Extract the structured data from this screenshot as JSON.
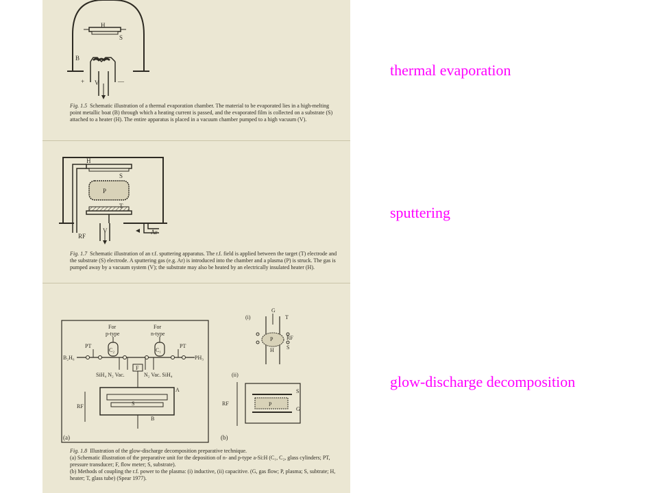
{
  "labels": {
    "thermal": "thermal evaporation",
    "sputtering": "sputtering",
    "glow": "glow-discharge decomposition"
  },
  "fig15": {
    "number": "Fig. 1.5",
    "text": "Schematic illustration of a thermal evaporation chamber. The material to be evaporated lies in a high-melting point metallic boat (B) through which a heating current is passed, and the evaporated film is collected on a substrate (S) attached to a heater (H). The entire apparatus is placed in a vacuum chamber pumped to a high vacuum (V).",
    "marks": {
      "H": "H",
      "S": "S",
      "B": "B",
      "plus": "+",
      "minus": "—",
      "V": "V"
    }
  },
  "fig17": {
    "number": "Fig. 1.7",
    "text": "Schematic illustration of an r.f. sputtering apparatus. The r.f. field is applied between the target (T) electrode and the substrate (S) electrode. A sputtering gas (e.g. Ar) is introduced into the chamber and a plasma (P) is struck. The gas is pumped away by a vacuum system (V); the substrate may also be heated by an electrically insulated heater (H).",
    "marks": {
      "H": "H",
      "S": "S",
      "P": "P",
      "T": "T",
      "RF": "RF",
      "V": "V",
      "Ar": "Ar"
    }
  },
  "fig18": {
    "number": "Fig. 1.8",
    "title": "Illustration of the glow-discharge decomposition preparative technique.",
    "part_a": "(a) Schematic illustration of the preparative unit for the deposition of n- and p-type a-Si:H (C₁, C₂, glass cylinders; PT, pressure transducer; F, flow meter; S, substrate).",
    "part_b": "(b) Methods of coupling the r.f. power to the plasma: (i) inductive, (ii) capacitive. (G, gas flow; P, plasma; S, subtrate; H, heater; T, glass tube) (Spear 1977).",
    "a": {
      "for_p_1": "For",
      "for_p_2": "p-type",
      "for_n_1": "For",
      "for_n_2": "n-type",
      "PT_left": "PT",
      "PT_right": "PT",
      "C2": "C₂",
      "C1": "C₁",
      "B2H6": "B₂H₆",
      "PH3": "PH₃",
      "gas_left": "SiH₄ N₂ Vac.",
      "gas_right": "N₂ Vac. SiH₄",
      "F": "F",
      "A": "A",
      "RF": "RF",
      "S": "S",
      "B": "B",
      "panel": "(a)"
    },
    "b": {
      "i": "(i)",
      "G": "G",
      "T": "T",
      "P": "P",
      "RF1": "RF",
      "H": "H",
      "S1": "S",
      "ii": "(ii)",
      "RF2": "RF",
      "S2": "S",
      "P2": "P",
      "G2": "G",
      "panel": "(b)"
    }
  }
}
